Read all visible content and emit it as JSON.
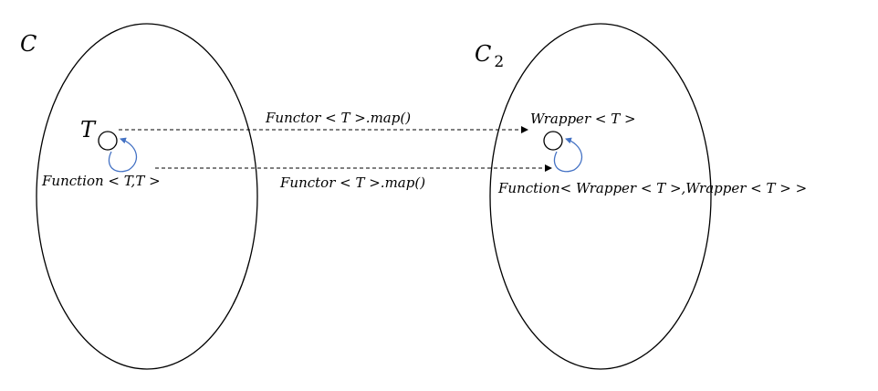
{
  "categories": {
    "left": {
      "label": "C"
    },
    "right": {
      "label": "C",
      "subscript": "2"
    }
  },
  "objects": {
    "left": {
      "label": "T",
      "loop_label": "Function < T,T >"
    },
    "right": {
      "label": "Wrapper < T >",
      "loop_label": "Function< Wrapper < T >,Wrapper < T > >"
    }
  },
  "arrows": {
    "object_map": {
      "label": "Functor < T >.map()"
    },
    "morphism_map": {
      "label": "Functor < T >.map()"
    }
  },
  "colors": {
    "stroke": "#000000",
    "loop": "#4472c4"
  }
}
